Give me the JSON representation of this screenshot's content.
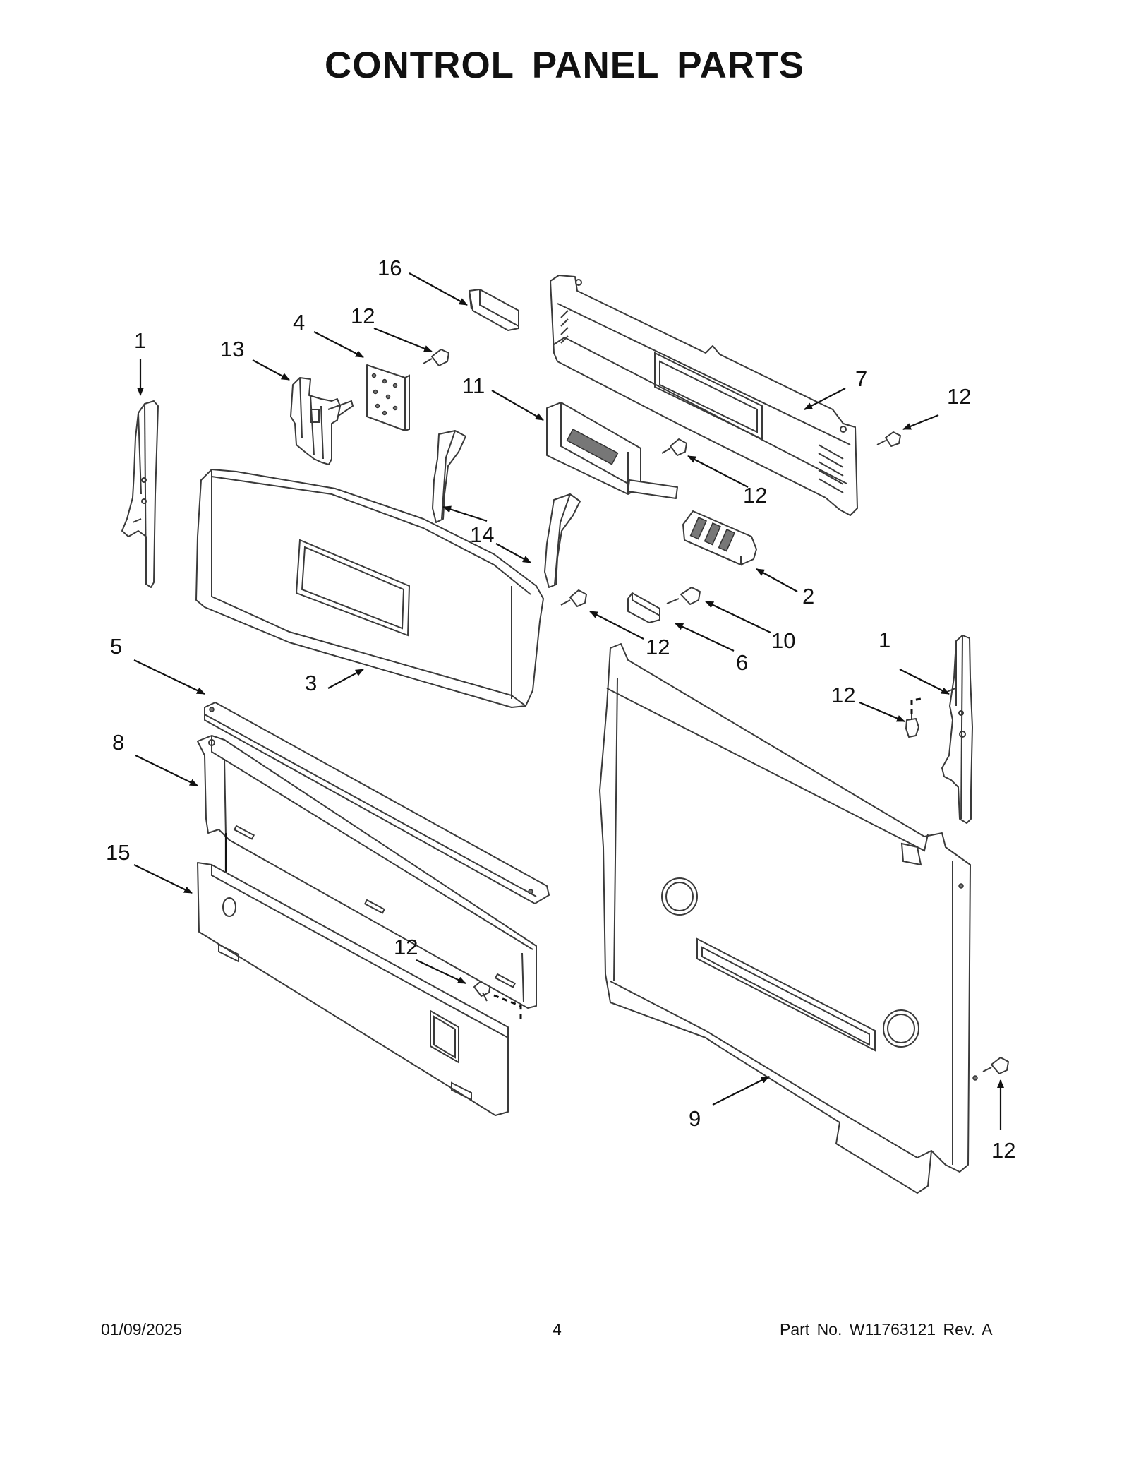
{
  "title": "CONTROL PANEL PARTS",
  "footer": {
    "date": "01/09/2025",
    "page": "4",
    "part_number": "Part No.  W11763121  Rev.  A"
  },
  "callouts": {
    "c1_left": "1",
    "c13": "13",
    "c4": "4",
    "c12_top": "12",
    "c16": "16",
    "c11": "11",
    "c7": "7",
    "c12_right_top": "12",
    "c12_mid": "12",
    "c14": "14",
    "c2": "2",
    "c12_center": "12",
    "c6": "6",
    "c10": "10",
    "c5": "5",
    "c3": "3",
    "c1_right": "1",
    "c12_right_mid": "12",
    "c8": "8",
    "c15": "15",
    "c12_lower": "12",
    "c9": "9",
    "c12_bottom_right": "12"
  }
}
